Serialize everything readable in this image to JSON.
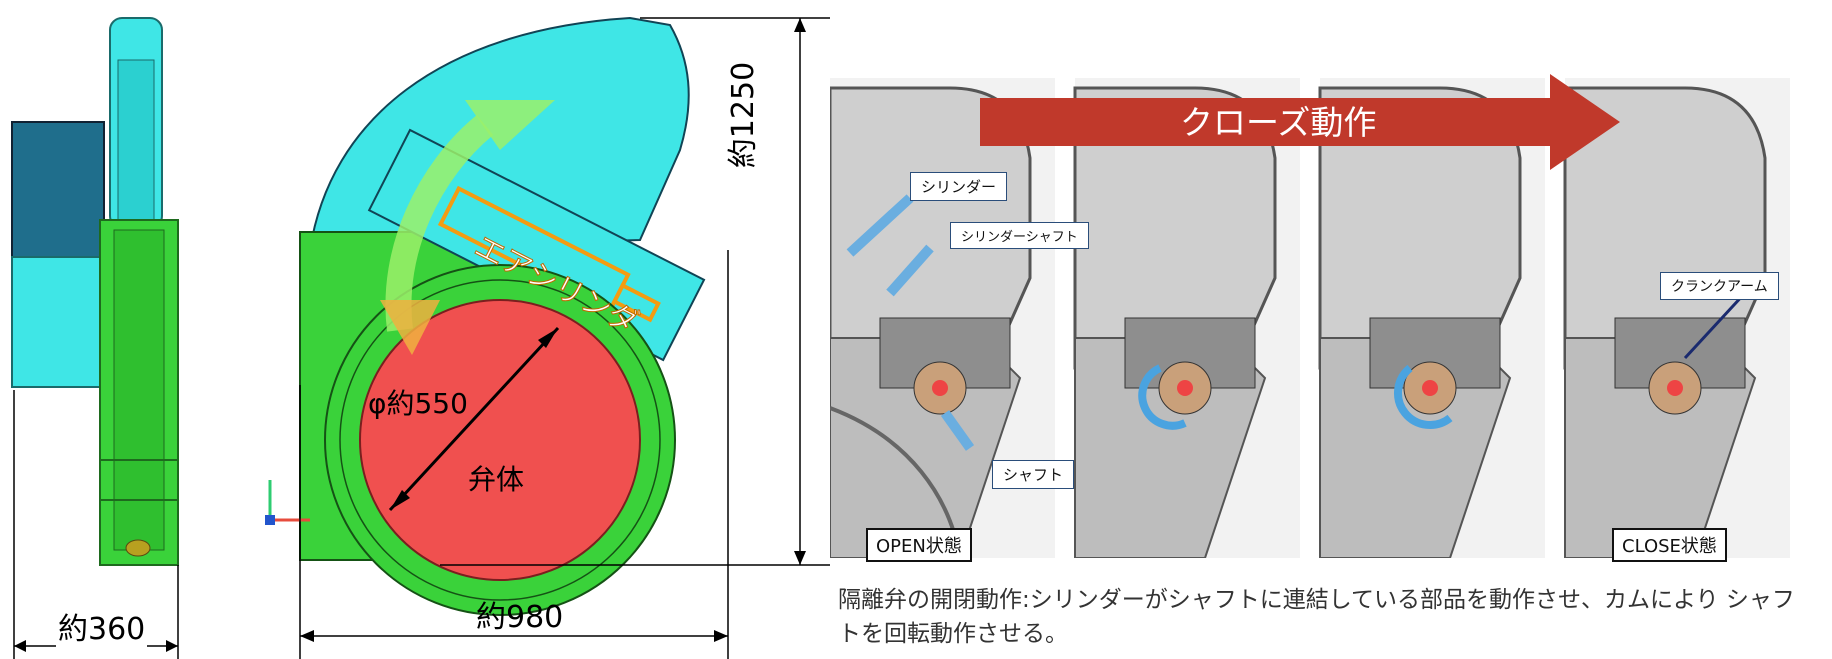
{
  "side_view": {
    "width_label": "約360"
  },
  "front_view": {
    "height_label": "約1250",
    "width_label": "約980",
    "diameter_label": "φ約550",
    "body_label": "弁体",
    "cylinder_label": "エアシリンダ"
  },
  "sequence": {
    "arrow_label": "クローズ動作",
    "callouts": {
      "cylinder": "シリンダー",
      "cylinder_shaft": "シリンダーシャフト",
      "shaft": "シャフト",
      "crank_arm": "クランクアーム"
    },
    "open_state": "OPEN状態",
    "close_state": "CLOSE状態"
  },
  "caption": "隔離弁の開閉動作:シリンダーがシャフトに連結している部品を動作させ、カムにより シャフトを回転動作させる。",
  "colors": {
    "valve_body": "#f0504f",
    "frame_green": "#3ad23a",
    "cylinder_cyan": "#3fe6e6",
    "close_arrow": "#c0392b"
  }
}
